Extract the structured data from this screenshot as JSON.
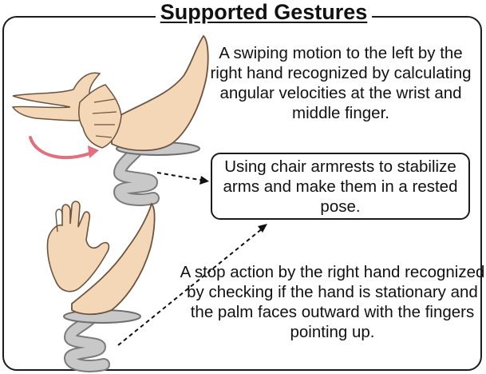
{
  "title": "Supported Gestures",
  "captions": {
    "swipe": "A swiping motion to the left by the right hand recognized by calculating angular velocities at the wrist and middle finger.",
    "armrest": "Using chair armrests to stabilize arms and make them in a rested pose.",
    "stop": "A stop action by the right hand recognized by checking if the hand is stationary and the palm faces outward with the fingers pointing up."
  },
  "icons": {
    "swipe_arrow": "curved-arrow-left-icon",
    "hand_swipe": "swiping-hand-icon",
    "hand_stop": "raised-palm-hand-icon",
    "armrest": "chair-armrest-icon"
  },
  "colors": {
    "skin": "#f3d7b6",
    "skin_outline": "#6b5340",
    "armrest": "#bfbfbf",
    "armrest_outline": "#7a7a7a",
    "arrow": "#e0707e"
  }
}
